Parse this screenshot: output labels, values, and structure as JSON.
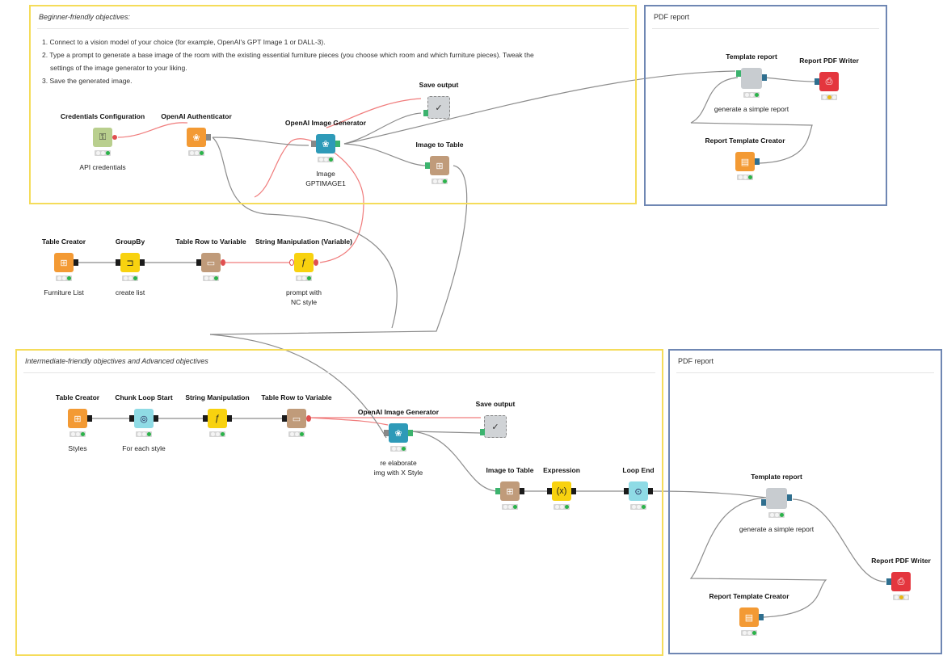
{
  "annotations": {
    "beginner": {
      "title": "Beginner-friendly objectives:",
      "lines": [
        "1. Connect to a vision model of your choice (for example, OpenAI's GPT Image 1 or DALL-3).",
        "2. Type a prompt to generate a base image of the room with the existing essential furniture pieces (you choose which room and which furniture pieces). Tweak the",
        "settings of the image generator to your liking.",
        "3. Save the generated image."
      ]
    },
    "pdf_top": {
      "title": "PDF report"
    },
    "intermediate": {
      "title": "Intermediate-friendly objectives and Advanced objectives"
    },
    "pdf_bottom": {
      "title": "PDF report"
    }
  },
  "nodes": {
    "cred": {
      "title": "Credentials Configuration",
      "label": "API credentials",
      "color": "#b9cf8e",
      "icon": "key-icon"
    },
    "auth": {
      "title": "OpenAI Authenticator",
      "label": "",
      "color": "#f39a34",
      "icon": "openai-icon"
    },
    "gen1": {
      "title": "OpenAI Image Generator",
      "label1": "Image",
      "label2": "GPTIMAGE1",
      "color": "#2e9ab8",
      "icon": "openai-icon"
    },
    "save1": {
      "title": "Save output",
      "color": "#d0d3d6",
      "icon": "check-icon"
    },
    "i2t1": {
      "title": "Image to Table",
      "color": "#c09b7a",
      "icon": "image-to-table-icon"
    },
    "tplrep1": {
      "title": "Template report",
      "label": "generate a simple report",
      "color": "#c8ccd0",
      "icon": "component-icon"
    },
    "pdfw1": {
      "title": "Report PDF Writer",
      "color": "#e4363e",
      "icon": "pdf-icon"
    },
    "rtc1": {
      "title": "Report Template Creator",
      "color": "#f39a34",
      "icon": "report-icon"
    },
    "tc1": {
      "title": "Table Creator",
      "label": "Furniture List",
      "color": "#f39a34",
      "icon": "table-icon"
    },
    "groupby": {
      "title": "GroupBy",
      "label": "create list",
      "color": "#f8d20f",
      "icon": "groupby-icon"
    },
    "tr2v1": {
      "title": "Table Row to Variable",
      "color": "#c09b7a",
      "icon": "row-to-variable-icon"
    },
    "smv": {
      "title": "String Manipulation (Variable)",
      "label1": "prompt with",
      "label2": "NC style",
      "color": "#f8d20f",
      "icon": "string-icon"
    },
    "tc2": {
      "title": "Table Creator",
      "label": "Styles",
      "color": "#f39a34",
      "icon": "table-icon"
    },
    "chunk": {
      "title": "Chunk Loop Start",
      "label": "For each style",
      "color": "#8fdbe5",
      "icon": "loop-start-icon"
    },
    "sm": {
      "title": "String Manipulation",
      "color": "#f8d20f",
      "icon": "string-icon"
    },
    "tr2v2": {
      "title": "Table Row to Variable",
      "color": "#c09b7a",
      "icon": "row-to-variable-icon"
    },
    "gen2": {
      "title": "OpenAI Image Generator",
      "label1": "re elaborate",
      "label2": "img with X Style",
      "color": "#2e9ab8",
      "icon": "openai-icon"
    },
    "save2": {
      "title": "Save output",
      "color": "#d0d3d6",
      "icon": "check-icon"
    },
    "i2t2": {
      "title": "Image to Table",
      "color": "#c09b7a",
      "icon": "image-to-table-icon"
    },
    "expr": {
      "title": "Expression",
      "color": "#f8d20f",
      "icon": "expression-icon"
    },
    "loopend": {
      "title": "Loop End",
      "color": "#8fdbe5",
      "icon": "loop-end-icon"
    },
    "tplrep2": {
      "title": "Template report",
      "label": "generate a simple report",
      "color": "#c8ccd0",
      "icon": "component-icon"
    },
    "rtc2": {
      "title": "Report Template Creator",
      "color": "#f39a34",
      "icon": "report-icon"
    },
    "pdfw2": {
      "title": "Report PDF Writer",
      "color": "#e4363e",
      "icon": "pdf-icon"
    }
  },
  "colors": {
    "data_wire": "#8c8c8c",
    "variable_wire": "#f07c7c",
    "beginner_border": "#f5dc5a",
    "report_border": "#6f87b3",
    "port_data": "#1b1b1b",
    "port_image": "#3cb36e",
    "port_report": "#2f6f8f",
    "status_green": "#2bb34a",
    "status_yellow": "#e8b812"
  }
}
